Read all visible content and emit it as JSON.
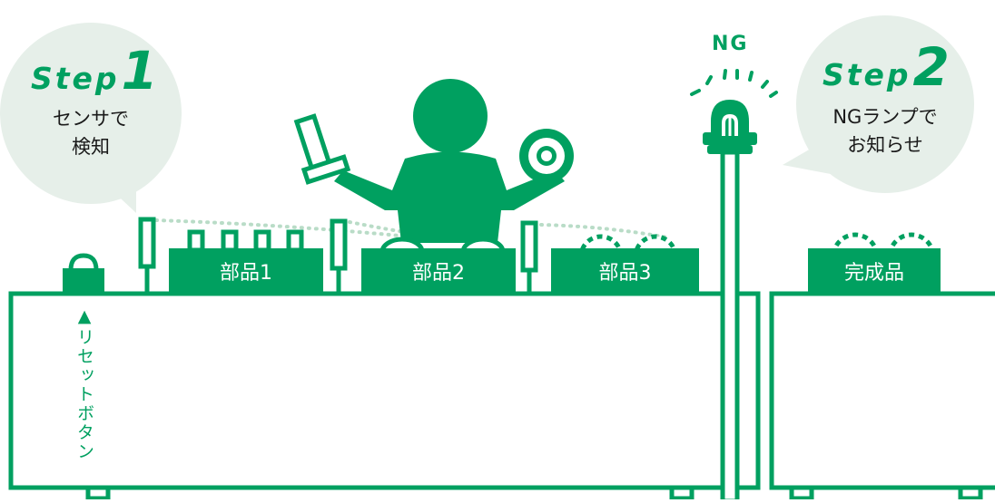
{
  "step1": {
    "word": "Step",
    "number": "1",
    "line1": "センサで",
    "line2": "検知"
  },
  "step2": {
    "word": "Step",
    "number": "2",
    "line1": "NGランプで",
    "line2": "お知らせ"
  },
  "parts": [
    "部品1",
    "部品2",
    "部品3"
  ],
  "finished_label": "完成品",
  "lamp_label": "NG",
  "reset_label": "▲リセットボタン",
  "colors": {
    "accent": "#00a060",
    "bubble": "#e6efe9",
    "text": "#1a1a1a"
  }
}
